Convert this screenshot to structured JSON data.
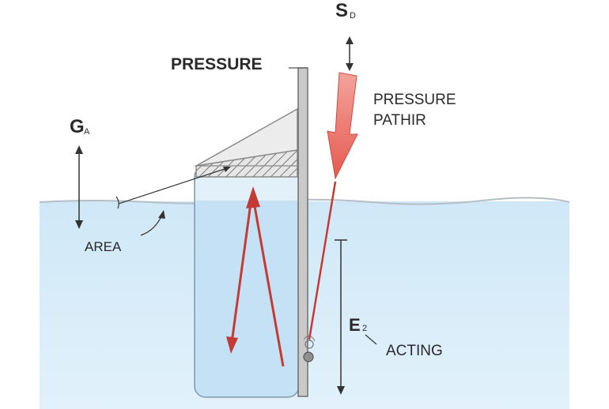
{
  "labels": {
    "pressure": "PRESSURE",
    "pressure_path_line1": "PRESSURE",
    "pressure_path_line2": "PATHIR",
    "area": "AREA",
    "acting": "ACTING",
    "g_main": "G",
    "g_sub": "A",
    "s_main": "S",
    "s_sub": "D",
    "e_main": "E",
    "e_sub": "2"
  },
  "colors": {
    "water": "#d4ebf8",
    "water_surface": "#b9c2c8",
    "tank_fill": "#c7e3f6",
    "tank_stroke": "#7f98aa",
    "wall_fill": "#c9c9c9",
    "block_fill": "#ececec",
    "arrow_red": "#c43b35",
    "arrow_pink": "#ef8a82",
    "ink": "#2a2a2a"
  }
}
